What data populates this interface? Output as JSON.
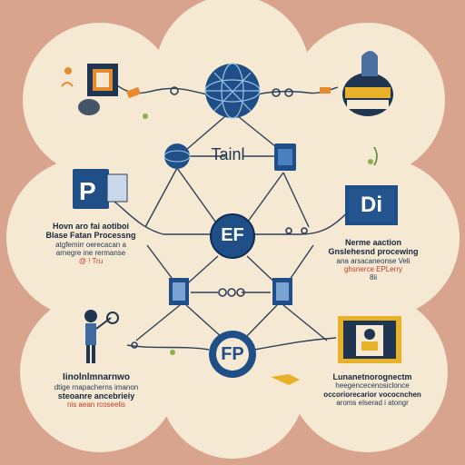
{
  "colors": {
    "background": "#d8a48e",
    "cloud": "#f5e9d4",
    "navy": "#1f4f86",
    "line": "#2f3f5a",
    "orange": "#e58a2e",
    "gold": "#e8b12a"
  },
  "icons": {
    "globe": "globe-icon",
    "central_node": "ef-hub-icon",
    "p_document": "p-document-icon",
    "fp_badge": "fp-badge-icon",
    "laptop_person": "laptop-user-icon",
    "person": "person-with-lamp-icon",
    "monitor_person": "monitor-avatar-icon",
    "tablet_di": "di-screen-icon"
  },
  "center_labels": {
    "top_text": "Tainl",
    "hub_text": "EF",
    "bottom_badge": "FP",
    "right_screen": "Di"
  },
  "left_text": {
    "line1": "Hovn aro fai aotiboi",
    "line2": "Blase Fatan Processng",
    "line3": "atgfemirr oerecacan a",
    "line4": "arnegre ine rermanse",
    "line5": "@ ! Tru"
  },
  "right_text": {
    "line1": "Nerme aaction",
    "line2": "Gnslehesnd procewing",
    "line3": "ana arsacaneonse Veli",
    "line4": "ghsnerce EPLerry",
    "line5": "8ii"
  },
  "bottom_left_text": {
    "line1": "Iinolnlmnarnwo",
    "line2": "dtige rnapacherns imanon",
    "line3": "steoanre ancebrieiy",
    "line4": "nis aean rcoseelis"
  },
  "bottom_right_text": {
    "line1": "Lunanetnorognectm",
    "line2": "heegencecenosiclonce",
    "line3": "occoriorecarior vococnchen",
    "line4": "aroms elserad i atongr"
  }
}
